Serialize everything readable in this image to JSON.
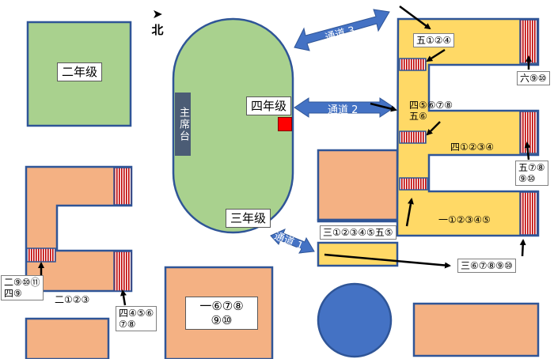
{
  "compass": {
    "label": "北"
  },
  "stand": {
    "label": "主席台"
  },
  "channels": [
    {
      "id": "ch3",
      "label": "通道 3"
    },
    {
      "id": "ch2",
      "label": "通道 2"
    },
    {
      "id": "ch1",
      "label": "通道 1"
    }
  ],
  "grade_labels": {
    "grade2": "二年级",
    "grade4": "四年级",
    "grade3": "三年级"
  },
  "class_labels": {
    "g5_124": "五①②④",
    "g6_910": "六⑨⑩",
    "g4_5678_line1": "四⑤⑥⑦⑧",
    "g4_5678_line2": "五⑥",
    "g4_1234": "四①②③④",
    "g5_78910_line1": "五⑦⑧",
    "g5_78910_line2": "⑨⑩",
    "g3_12345_g5_5": "三①②③④⑤五⑤",
    "g1_12345": "一①②③④⑤",
    "g3_678910": "三⑥⑦⑧⑨⑩",
    "g2_91011_line1": "二⑨⑩⑪",
    "g2_91011_line2": "四⑨",
    "g2_123": "二①②③",
    "g4_45678_line1": "四④⑤⑥",
    "g4_45678_line2": "⑦⑧",
    "g1_678910_line1": "一⑥⑦⑧",
    "g1_678910_line2": "⑨⑩"
  },
  "colors": {
    "field_green": "#a9d18e",
    "building_orange": "#f4b183",
    "building_yellow": "#ffd966",
    "border_blue": "#2f5597",
    "arrow_blue": "#4472c4",
    "stair_red": "#c00000",
    "circle_blue": "#4472c4"
  }
}
